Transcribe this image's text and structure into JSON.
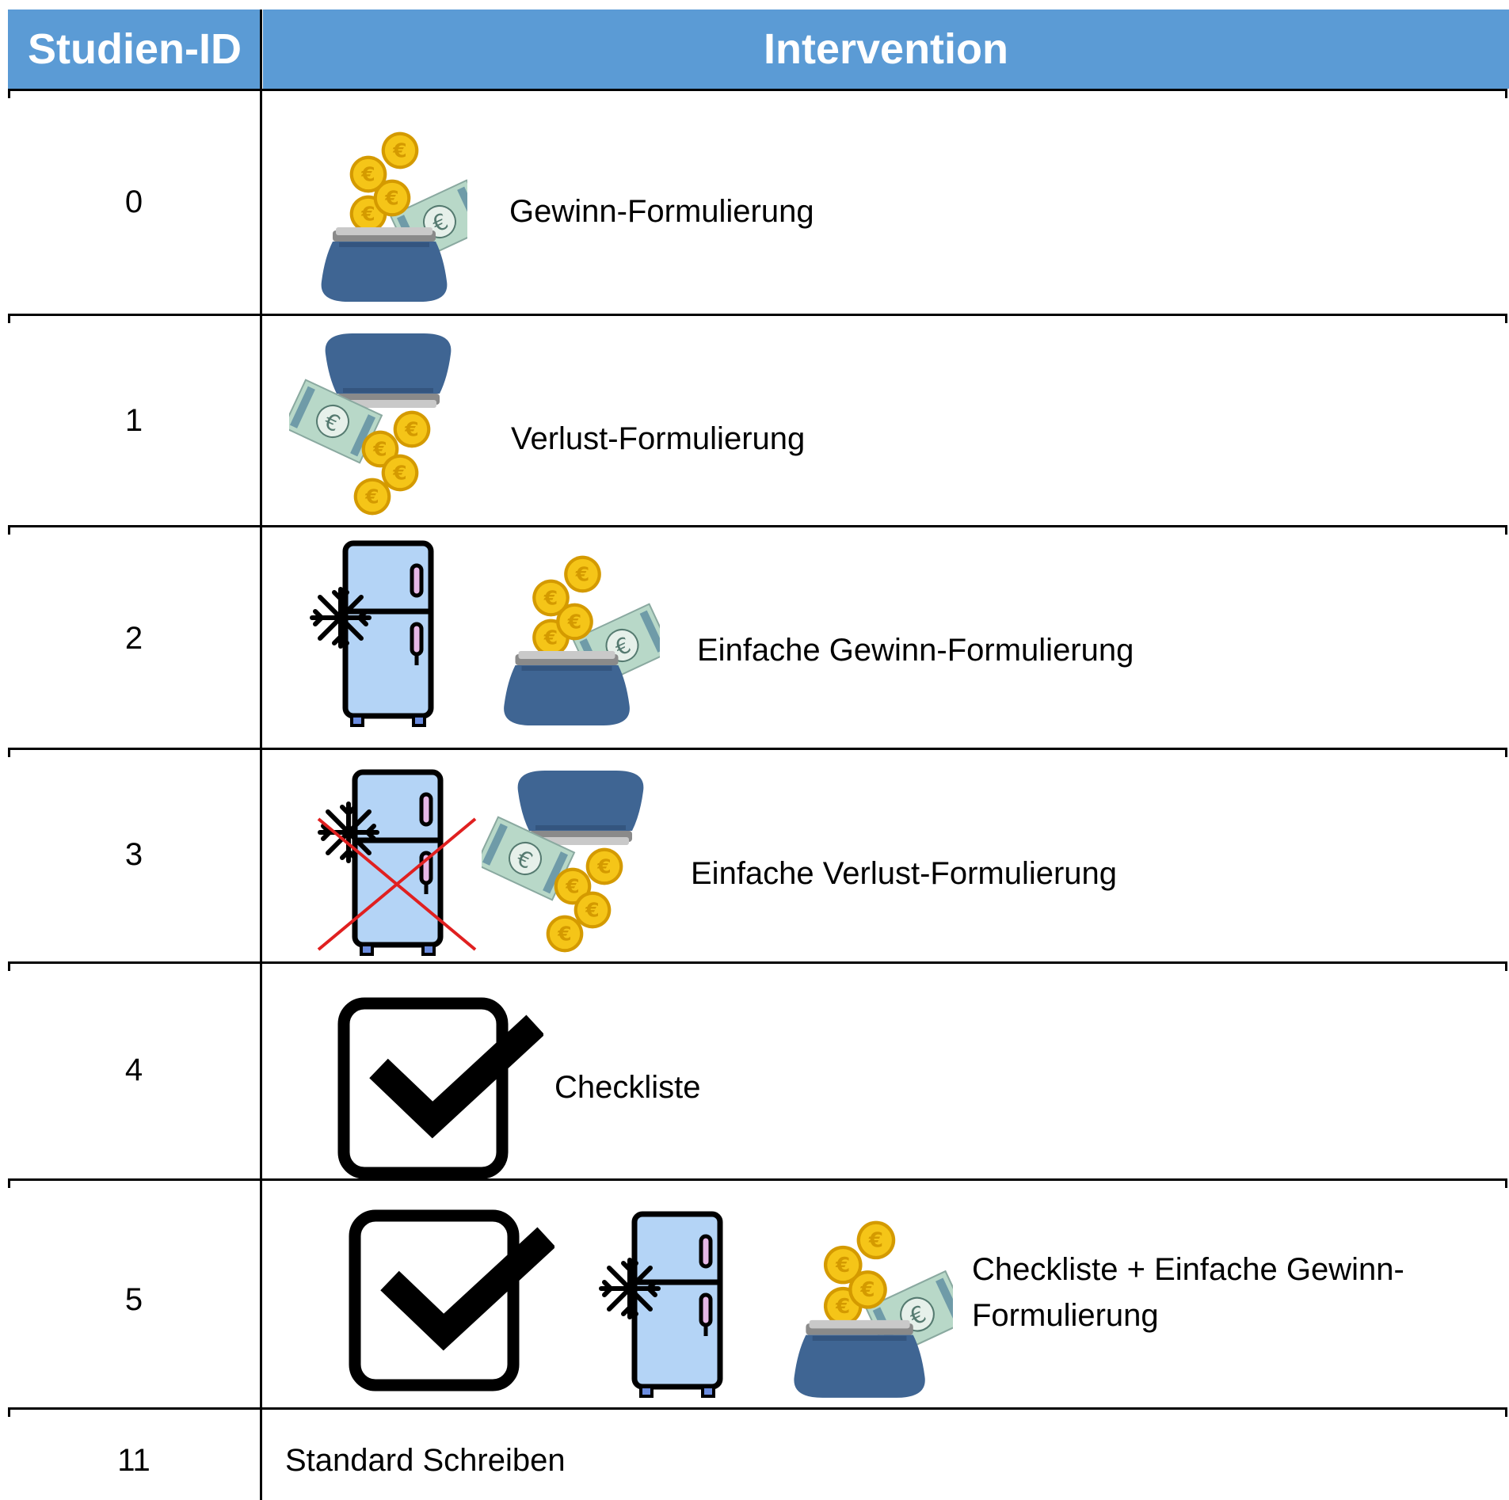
{
  "header": {
    "id_label": "Studien-ID",
    "intervention_label": "Intervention"
  },
  "rows": [
    {
      "id": "0",
      "label": "Gewinn-Formulierung",
      "icons": [
        "purse-gain-icon"
      ]
    },
    {
      "id": "1",
      "label": "Verlust-Formulierung",
      "icons": [
        "purse-loss-icon"
      ]
    },
    {
      "id": "2",
      "label": "Einfache Gewinn-Formulierung",
      "icons": [
        "fridge-icon",
        "purse-gain-icon"
      ]
    },
    {
      "id": "3",
      "label": "Einfache Verlust-Formulierung",
      "icons": [
        "fridge-crossed-icon",
        "purse-loss-icon"
      ]
    },
    {
      "id": "4",
      "label": "Checkliste",
      "icons": [
        "checkbox-icon"
      ]
    },
    {
      "id": "5",
      "label_line1": "Checkliste + Einfache Gewinn-",
      "label_line2": "Formulierung",
      "icons": [
        "checkbox-icon",
        "fridge-icon",
        "purse-gain-icon"
      ]
    },
    {
      "id": "11",
      "label": "Standard Schreiben",
      "icons": []
    }
  ],
  "colors": {
    "header_bg": "#5b9bd5",
    "coin": "#f5c518",
    "coin_dark": "#d49a00",
    "purse": "#3f6593",
    "bill": "#b8d8c8",
    "fridge": "#b4d4f6",
    "cross": "#e02020"
  }
}
